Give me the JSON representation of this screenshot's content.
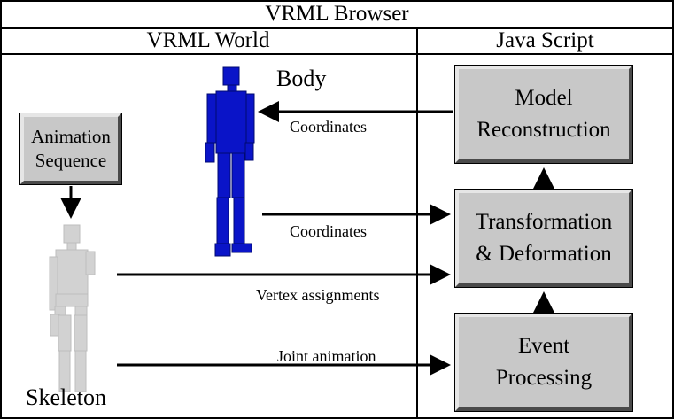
{
  "browser_title": "VRML Browser",
  "world_title": "VRML World",
  "script_title": "Java Script",
  "body_label": "Body",
  "skeleton_label": "Skeleton",
  "boxes": {
    "animation": [
      "Animation",
      "Sequence"
    ],
    "model": [
      "Model",
      "Reconstruction"
    ],
    "transform": [
      "Transformation",
      "& Deformation"
    ],
    "event": [
      "Event",
      "Processing"
    ]
  },
  "edges": {
    "model_to_body": "Coordinates",
    "body_to_transform": "Coordinates",
    "skeleton_to_transform": "Vertex assignments",
    "skeleton_to_event": "Joint animation"
  },
  "colors": {
    "body": "#0a14c8",
    "skeleton": "#d2d2d2",
    "box_fill": "#c8c8c8"
  }
}
